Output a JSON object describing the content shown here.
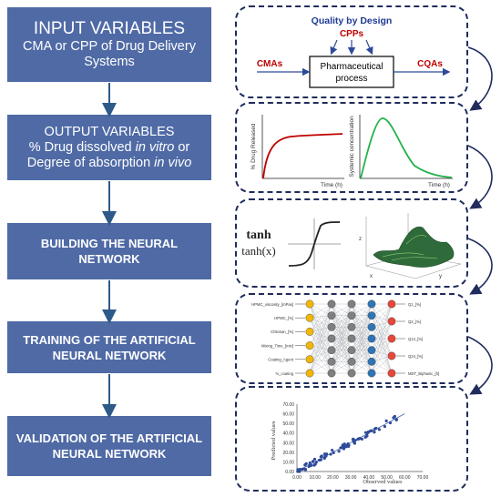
{
  "steps": [
    {
      "title": "INPUT VARIABLES",
      "line1": "CMA or CPP of  Drug Delivery",
      "line2": "Systems"
    },
    {
      "title": "OUTPUT VARIABLES",
      "line1_pre": "% Drug dissolved ",
      "line1_em": "in vitro",
      "line1_post": " or",
      "line2_pre": "Degree of absorption ",
      "line2_em": "in vivo"
    },
    {
      "line1": "BUILDING THE NEURAL",
      "line2": "NETWORK"
    },
    {
      "line1": "TRAINING OF THE ARTIFICIAL",
      "line2": "NEURAL NETWORK"
    },
    {
      "line1": "VALIDATION OF THE ARTIFICIAL",
      "line2": "NEURAL NETWORK"
    }
  ],
  "qbd": {
    "title": "Quality by Design",
    "cpps": "CPPs",
    "cmas": "CMAs",
    "cqas": "CQAs",
    "process_line1": "Pharmaceutical",
    "process_line2": "process"
  },
  "release": {
    "ylabel": "% Drug Released",
    "xlabel": "Time (h)"
  },
  "systemic": {
    "ylabel": "Systemic concentration",
    "xlabel": "Time (h)"
  },
  "tanh": {
    "name": "tanh",
    "expr": "tanh(x)",
    "axis_x": "x",
    "axis_y": "y",
    "axis_z": "z"
  },
  "network": {
    "inputs": [
      "HPMC_viscosity_[mPas]",
      "HPMC_[%]",
      "Chitosan_[%]",
      "Mixing_Time_[min]",
      "Coating_Agent",
      "%_coating"
    ],
    "outputs": [
      "Q1_[%]",
      "Q2_[%]",
      "Q12_[%]",
      "Q24_[%]",
      "MDT_Biphasic_[h]"
    ]
  },
  "validation": {
    "ylabel": "Predicted values",
    "xlabel": "Observed values",
    "ticks": [
      "0.00",
      "10.00",
      "20.00",
      "30.00",
      "40.00",
      "50.00",
      "60.00",
      "70.00"
    ]
  },
  "colors": {
    "box": "#4f6aa5",
    "arrow": "#2e5a8a",
    "panel_border": "#1f2c5c",
    "red": "#c00000",
    "green": "#22b14c"
  }
}
